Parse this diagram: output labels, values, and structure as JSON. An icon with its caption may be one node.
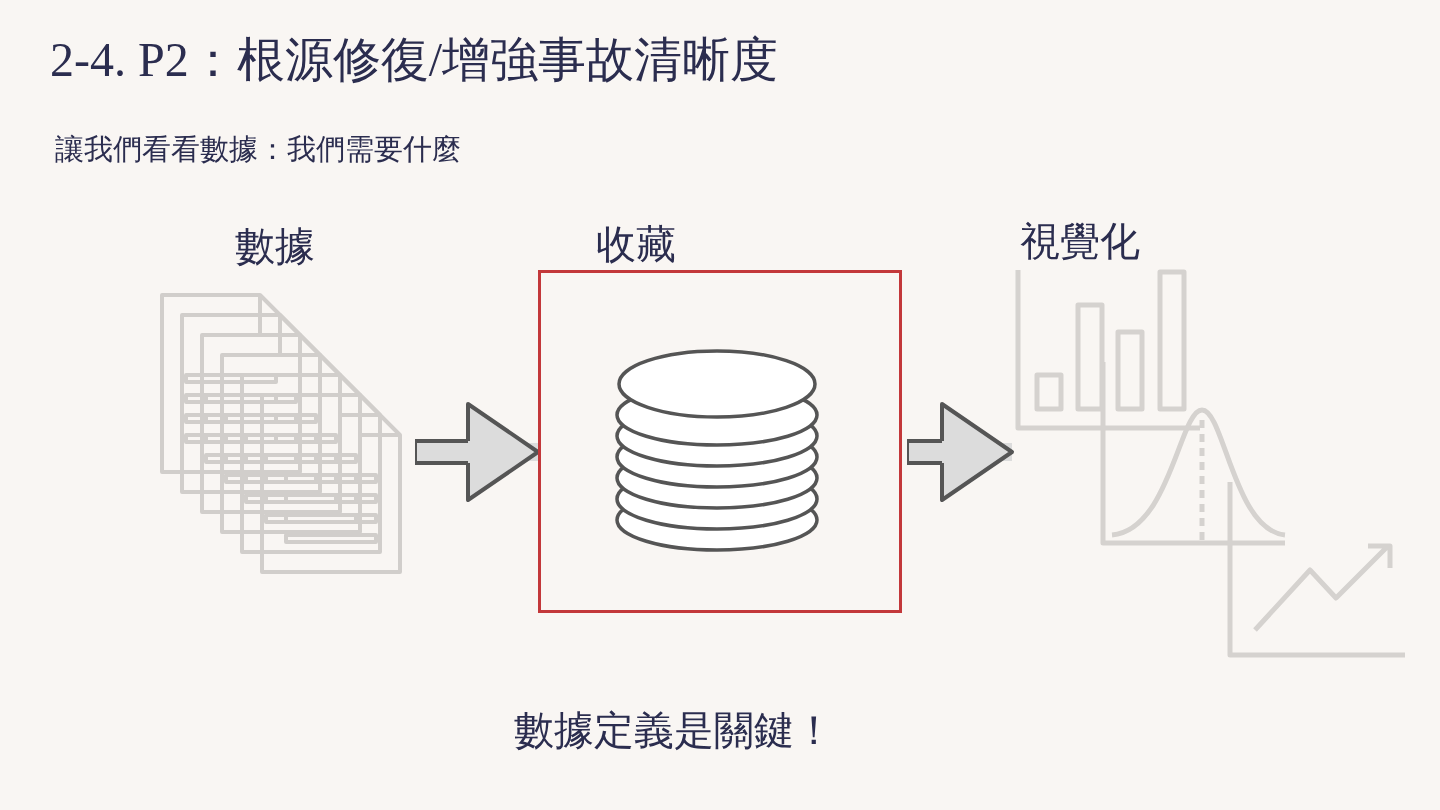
{
  "diagram": {
    "title": "2-4. P2：根源修復/增強事故清晰度",
    "nodes": [
      {
        "text": [
          "數據"
        ]
      },
      {
        "text": [
          "收藏"
        ]
      },
      {
        "text": [
          "視覺化"
        ]
      }
    ],
    "edges": [
      {
        "from": 0,
        "to": 1,
        "arrow": "to"
      },
      {
        "from": 1,
        "to": 2,
        "arrow": "to"
      }
    ],
    "labels": [
      "讓我們看看數據：我們需要什麼",
      "數據定義是關鍵！"
    ]
  }
}
